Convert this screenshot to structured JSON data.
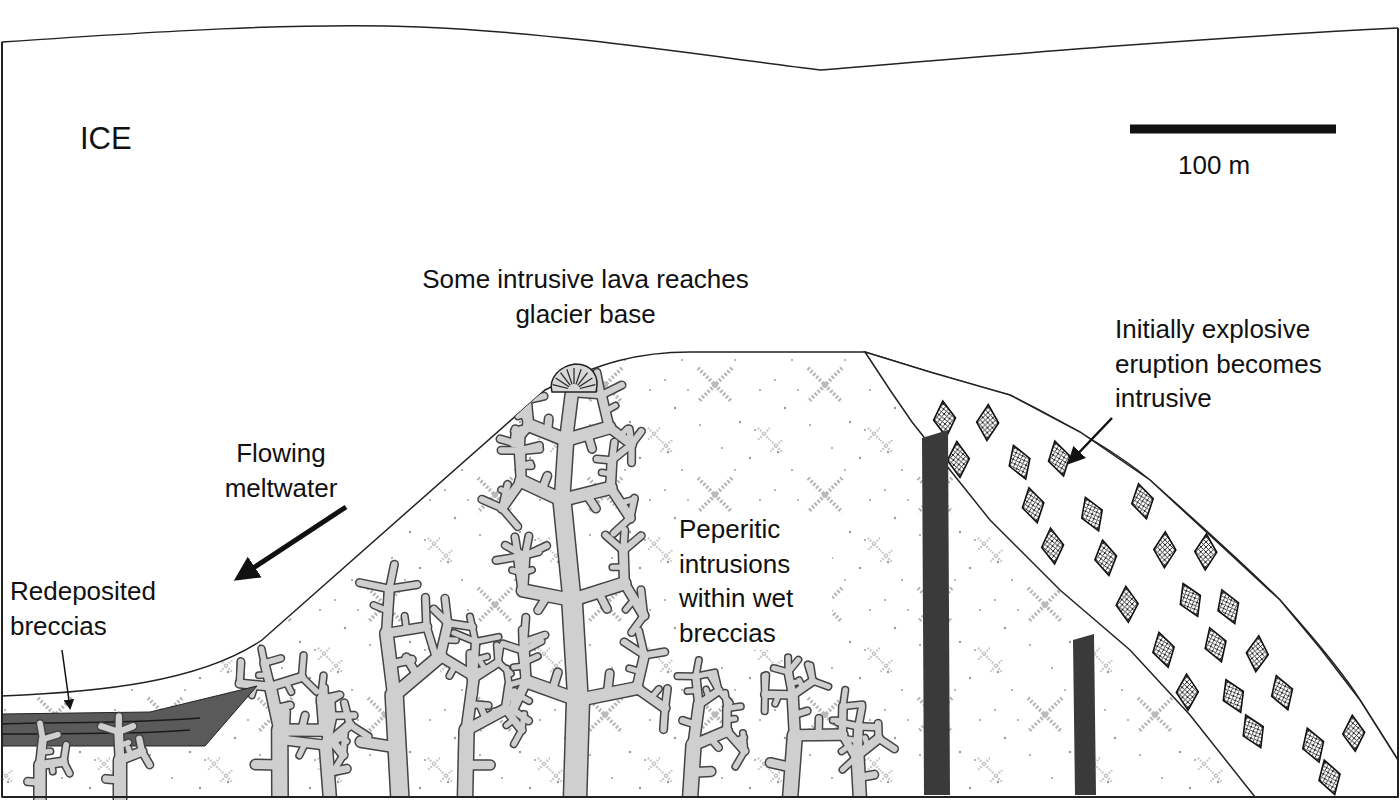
{
  "diagram": {
    "labels": [
      "ICE",
      "100 m",
      "Some intrusive lava reaches glacier base",
      "Flowing meltwater",
      "Initially explosive eruption becomes intrusive",
      "Peperitic intrusions within wet breccias",
      "Redeposited breccias"
    ]
  }
}
